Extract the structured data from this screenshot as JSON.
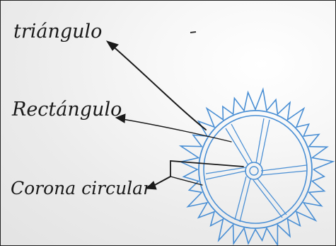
{
  "labels": {
    "triangle": "triángulo",
    "rectangle": "Rectángulo",
    "annulus": "Corona circular"
  },
  "colors": {
    "ink_black": "#1a1a1a",
    "ink_blue": "#4a8fd4",
    "board": "#f2f2f2"
  }
}
